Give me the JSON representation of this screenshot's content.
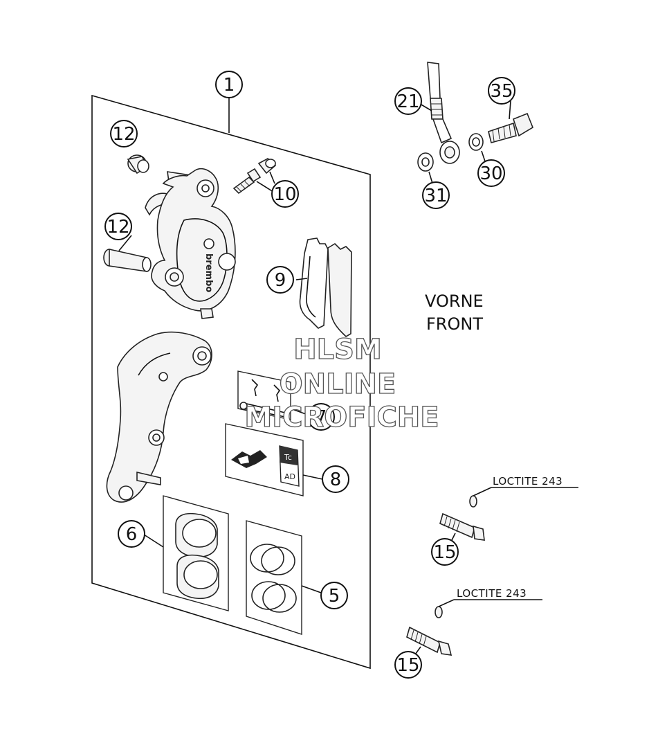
{
  "callouts": {
    "c1": "1",
    "c5": "5",
    "c6": "6",
    "c7": "7",
    "c8": "8",
    "c9": "9",
    "c10": "10",
    "c12a": "12",
    "c12b": "12",
    "c15a": "15",
    "c15b": "15",
    "c21": "21",
    "c30": "30",
    "c31": "31",
    "c35": "35"
  },
  "labels": {
    "vorne": "VORNE",
    "front": "FRONT",
    "loctite_1": "LOCTITE 243",
    "loctite_2": "LOCTITE 243"
  },
  "watermark": {
    "line1": "HLSM",
    "line2": "ONLINE",
    "line3": "MICROFICHE"
  },
  "caliper_logo": "brembo",
  "decal_text": {
    "tl": "Tc",
    "bl": "AD"
  }
}
